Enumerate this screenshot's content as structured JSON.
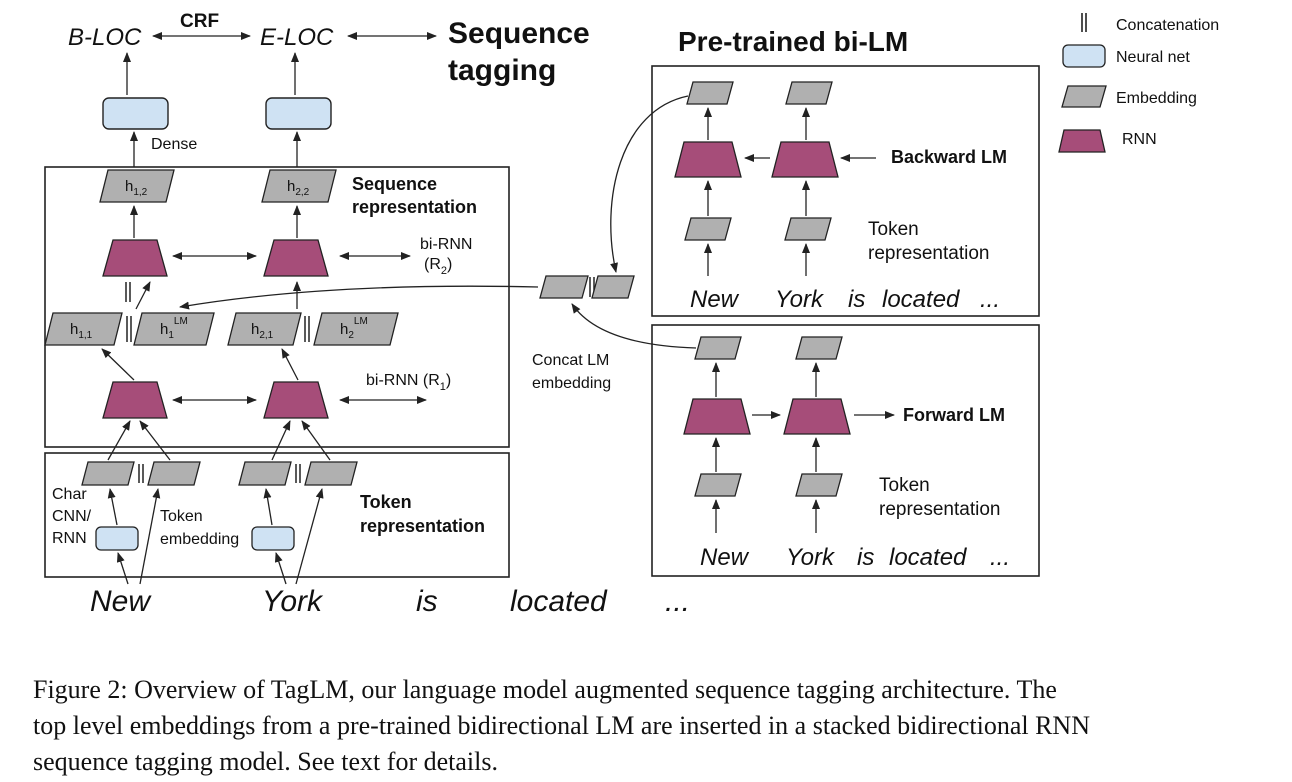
{
  "colors": {
    "neural_net": "#cfe2f3",
    "embedding": "#b0b0b0",
    "rnn": "#a64d79",
    "stroke": "#222222"
  },
  "title_tagging": [
    "Sequence",
    "tagging"
  ],
  "title_bilm": "Pre-trained bi-LM",
  "outputs": {
    "left": "B-LOC",
    "right": "E-LOC",
    "crf": "CRF"
  },
  "labels": {
    "dense": "Dense",
    "seq_repr": [
      "Sequence",
      "representation"
    ],
    "birnn2": [
      "bi-RNN",
      "(R",
      "2",
      ")"
    ],
    "birnn1": [
      "bi-RNN (R",
      "1",
      ")"
    ],
    "token_repr": [
      "Token",
      "representation"
    ],
    "char_cnn": [
      "Char",
      "CNN/",
      "RNN"
    ],
    "token_emb": [
      "Token",
      "embedding"
    ],
    "concat_lm": [
      "Concat LM",
      "embedding"
    ],
    "backward_lm": "Backward LM",
    "forward_lm": "Forward LM",
    "lm_token_repr": [
      "Token",
      "representation"
    ]
  },
  "hidden": {
    "h12": [
      "h",
      "1,2"
    ],
    "h22": [
      "h",
      "2,2"
    ],
    "h11": [
      "h",
      "1,1"
    ],
    "h1lm": [
      "h",
      "1",
      "LM"
    ],
    "h21": [
      "h",
      "2,1"
    ],
    "h2lm": [
      "h",
      "2",
      "LM"
    ]
  },
  "words": [
    "New",
    "York",
    "is",
    "located",
    "..."
  ],
  "legend": {
    "concatenation": "Concatenation",
    "neural_net": "Neural net",
    "embedding": "Embedding",
    "rnn": "RNN"
  },
  "caption": [
    "Figure 2:  Overview of TagLM, our language model augmented sequence tagging architecture.  The",
    "top level embeddings from a pre-trained bidirectional LM are inserted in a stacked bidirectional RNN",
    "sequence tagging model. See text for details."
  ]
}
